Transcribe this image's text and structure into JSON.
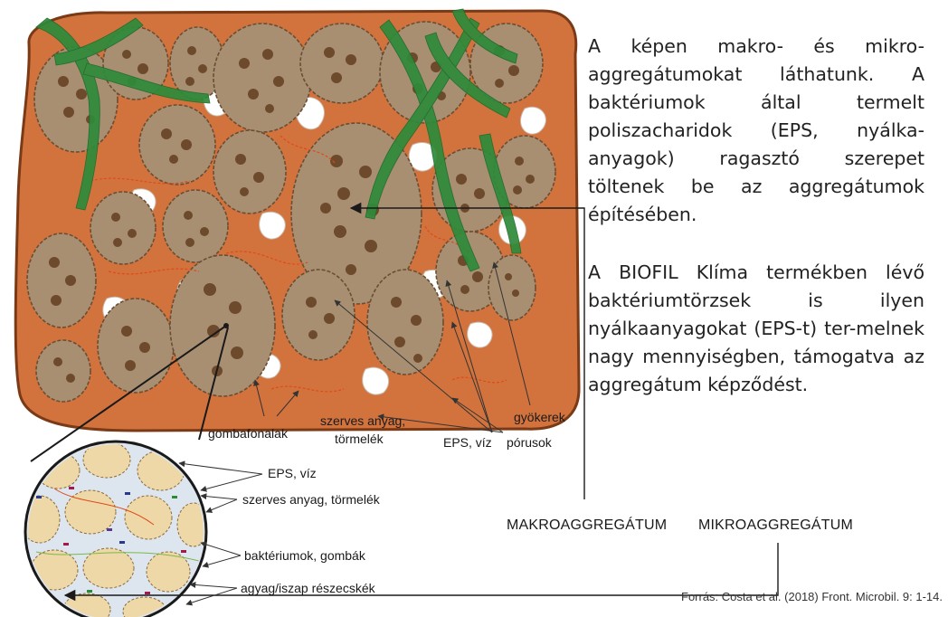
{
  "description": {
    "paragraph1": "A képen makro- és mikro-aggregátumokat láthatunk. A baktériumok által termelt poliszacharidok (EPS, nyálka-anyagok) ragasztó szerepet töltenek be az aggregátumok építésében.",
    "paragraph2": "A BIOFIL Klíma termékben lévő baktériumtörzsek is ilyen nyálkaanyagokat (EPS-t) ter-melnek nagy mennyiségben, támogatva az aggregátum képződést."
  },
  "labels": {
    "gyokerek": "gyökerek",
    "porusok": "pórusok",
    "gombafonalak": "gombafonalak",
    "szerves_line1": "szerves anyag,",
    "szerves_line2": "törmelék",
    "eps_viz": "EPS, víz",
    "zoom_eps_viz": "EPS, víz",
    "zoom_szerves": "szerves anyag, törmelék",
    "zoom_bakteriumok": "baktériumok, gombák",
    "zoom_agyag": "agyag/iszap részecskék",
    "makroaggregatum": "MAKROAGGREGÁTUM",
    "mikroaggregatum": "MIKROAGGREGÁTUM"
  },
  "source": "Forrás: Costa et al. (2018) Front. Microbil. 9: 1-14.",
  "colors": {
    "soil": "#d2733e",
    "soil_edge": "#7a3a16",
    "aggregate": "#a88f72",
    "particle": "#6e4a2c",
    "root": "#2e8a3a",
    "pore": "#ffffff",
    "zoom_fill": "#dde6ee",
    "zoom_particle": "#efd8a8"
  }
}
